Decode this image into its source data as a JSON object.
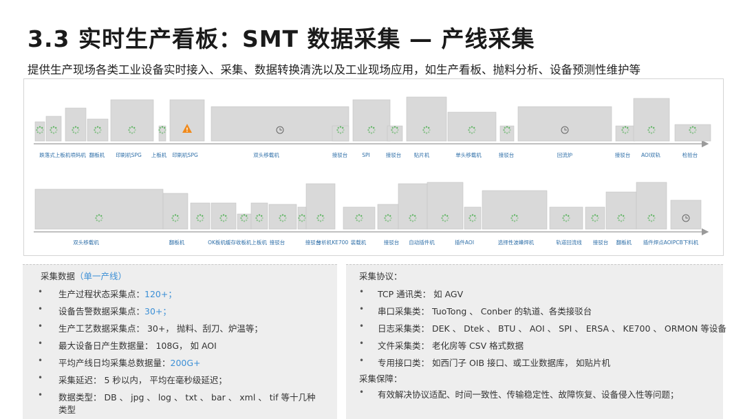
{
  "title": "3.3  实时生产看板：SMT 数据采集 — 产线采集",
  "subtitle": "提供生产现场各类工业设备实时接入、采集、数据转换清洗以及工业现场应用，如生产看板、抛料分析、设备预测性维护等",
  "colors": {
    "machine": "#d9d9d9",
    "machine_dark": "#cfcfcf",
    "spinner": "#4caf50",
    "label": "#2f6fa8",
    "highlight": "#3b8fd6",
    "warning": "#f08a1c"
  },
  "row1_labels": [
    "跌落式上板机喷码机",
    "翻板机",
    "印刷机SPG",
    "上板机",
    "印刷机SPG",
    "双头移载机",
    "接驳台",
    "SPI",
    "接驳台",
    "贴片机",
    "单头移载机",
    "接驳台",
    "回流炉",
    "接驳台",
    "AOI双轨",
    "检验台"
  ],
  "row2_labels": [
    "双头移载机",
    "翻板机",
    "OK板机缓存收板机上板机",
    "接驳台",
    "接驳台",
    "分析机KE700",
    "装载机",
    "接驳台",
    "自动插件机",
    "插件AOI",
    "选择性波峰焊机",
    "轨道回流线",
    "接驳台",
    "翻板机",
    "插件焊点AOIPCB下料机"
  ],
  "left_panel": {
    "title": "采集数据",
    "title_highlight": "（单一产线）",
    "items": [
      {
        "text": "生产过程状态采集点：",
        "value": "120+；"
      },
      {
        "text": "设备告警数据采集点：",
        "value": "30+；"
      },
      {
        "text": "生产工艺数据采集点： 30+， 抛料、刮刀、炉温等；",
        "value": ""
      },
      {
        "text": "最大设备日产生数据量： 108G， 如 AOI",
        "value": ""
      },
      {
        "text": "平均产线日均采集总数据量：",
        "value": "200G+"
      },
      {
        "text": "采集延迟： 5 秒以内， 平均在毫秒级延迟；",
        "value": ""
      },
      {
        "text": "数据类型： DB 、 jpg 、 log 、 txt 、 bar 、 xml 、 tif 等十几种",
        "value": ""
      }
    ],
    "wrap": "类型"
  },
  "right_panel": {
    "title1": "采集协议：",
    "items1": [
      "TCP 通讯类： 如 AGV",
      "串口采集类： TuoTong 、 Conber 的轨道、各类接驳台",
      "日志采集类： DEK 、 Dtek 、 BTU 、 AOI 、 SPI 、 ERSA 、 KE700 、 ORMON 等设备",
      "文件采集类： 老化房等 CSV 格式数据",
      "专用接口类： 如西门子 OIB 接口、或工业数据库， 如贴片机"
    ],
    "title2": "采集保障：",
    "items2": [
      "有效解决协议适配、时间一致性、传输稳定性、故障恢复、设备侵入性等问题；"
    ]
  }
}
